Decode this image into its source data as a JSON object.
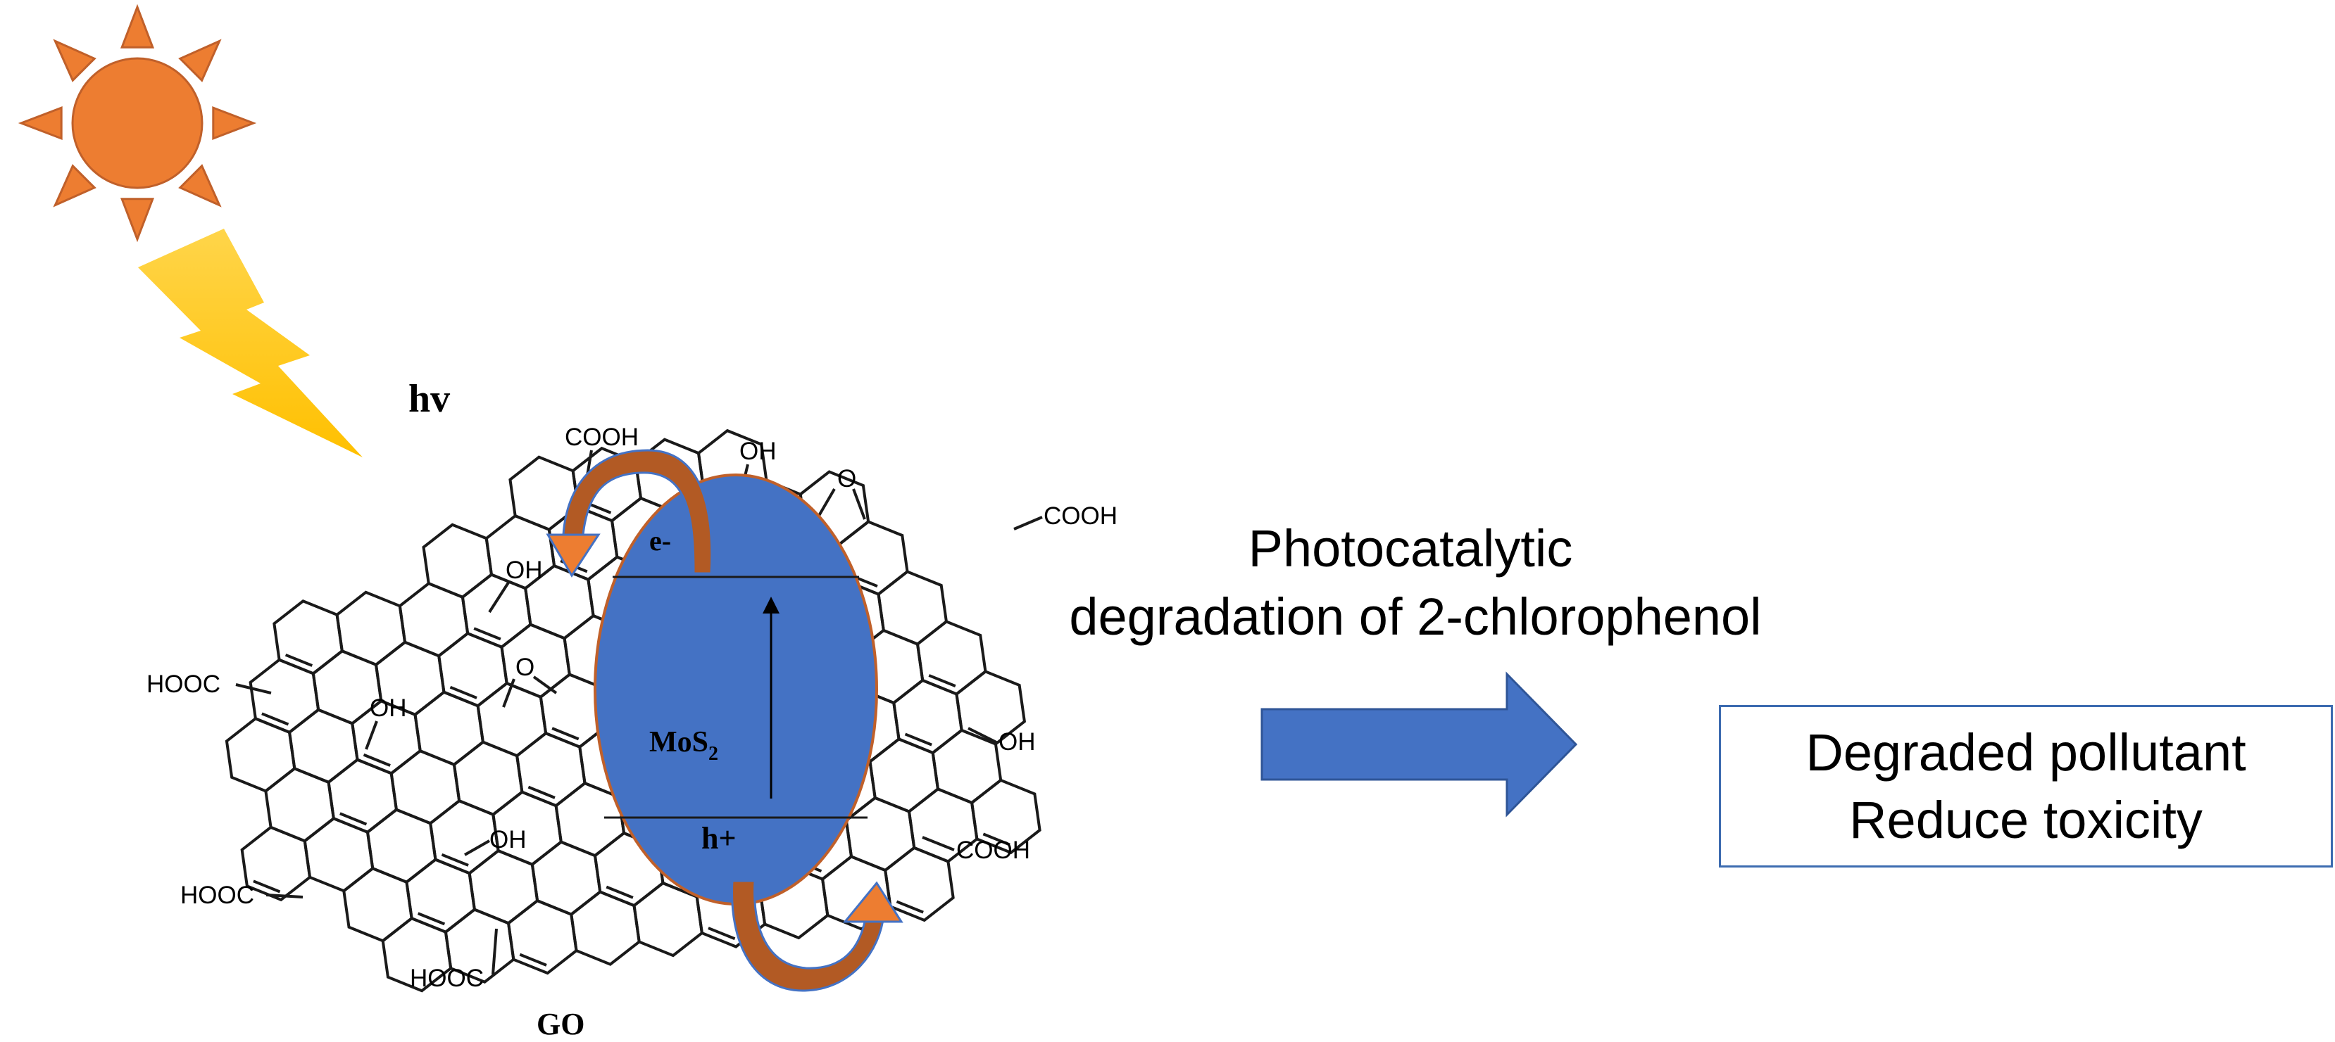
{
  "labels": {
    "hv": "hv",
    "electron": "e-",
    "hole": "h+",
    "catalyst_main": "MoS",
    "catalyst_sub": "2",
    "support": "GO",
    "process_line1": "Photocatalytic",
    "process_line2": "degradation of 2-chlorophenol",
    "result_line1": "Degraded pollutant",
    "result_line2": "Reduce toxicity"
  },
  "groups": {
    "cooh_top": "COOH",
    "oh_top": "OH",
    "epoxide_top": "O",
    "cooh_right": "COOH",
    "oh_left": "OH",
    "hooc_left": "HOOC",
    "oh_mid": "OH",
    "epoxide_mid": "O",
    "oh_right": "OH",
    "oh_bottom": "OH",
    "cooh_bottom_right": "COOH",
    "hooc_bottom_left": "HOOC",
    "hooc_bottom": "HOOC"
  },
  "colors": {
    "sun": "#ed7d31",
    "sun_stroke": "#c0602a",
    "bolt_top": "#ffd54a",
    "bolt_bottom": "#ffc000",
    "mos2": "#4472c4",
    "mos2_stroke": "#c0602a",
    "arrow_orange": "#ed7d31",
    "arrow_dark": "#b25a24",
    "arrow_outline": "#4472c4",
    "process_arrow": "#4472c4",
    "process_arrow_stroke": "#2f5597",
    "lattice": "#1a1a1a"
  },
  "icons": {
    "sun": "sun-icon",
    "lightning": "lightning-bolt-icon",
    "process_arrow": "right-arrow-icon"
  }
}
